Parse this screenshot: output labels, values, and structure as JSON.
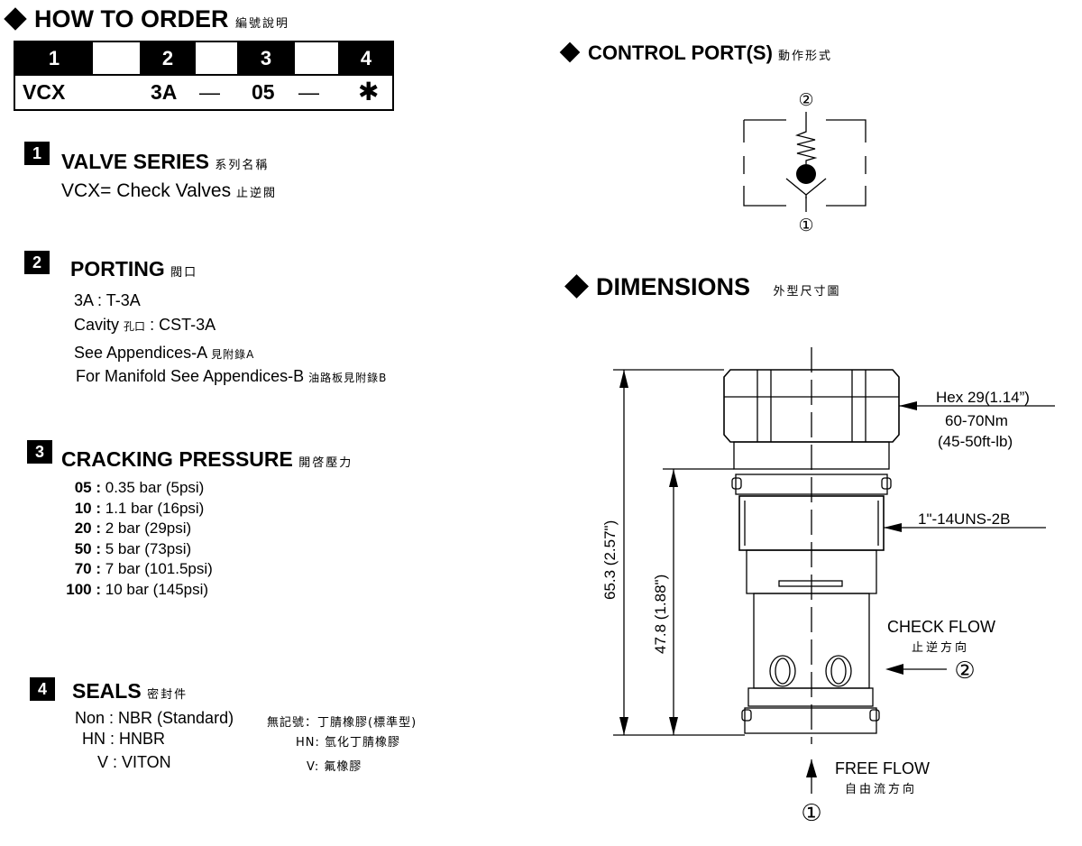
{
  "header": {
    "title": "HOW TO  ORDER",
    "title_cn": "編號說明"
  },
  "order_code": {
    "positions": [
      "1",
      "2",
      "3",
      "4"
    ],
    "series": "VCX",
    "porting": "3A",
    "pressure": "05",
    "seal": "✱",
    "dash": "—"
  },
  "sections": {
    "valve_series": {
      "num": "1",
      "title": "VALVE SERIES",
      "title_cn": "系列名稱",
      "text": "VCX= Check Valves",
      "text_cn": "止逆閥"
    },
    "porting": {
      "num": "2",
      "title": "PORTING",
      "title_cn": "閥口",
      "line1": "3A : T-3A",
      "line2_a": "Cavity",
      "line2_cn": "孔口",
      "line2_b": ": CST-3A",
      "line3": "See Appendices-A",
      "line3_cn": "見附錄A",
      "line4": "For Manifold See Appendices-B",
      "line4_cn": "油路板見附錄B"
    },
    "cracking": {
      "num": "3",
      "title": "CRACKING PRESSURE",
      "title_cn": "開啓壓力",
      "items": [
        {
          "code": "05 :",
          "value": "0.35 bar (5psi)"
        },
        {
          "code": "10 :",
          "value": "1.1 bar (16psi)"
        },
        {
          "code": "20 :",
          "value": " 2 bar (29psi)"
        },
        {
          "code": "50 :",
          "value": " 5 bar (73psi)"
        },
        {
          "code": "70 :",
          "value": " 7 bar (101.5psi)"
        },
        {
          "code": "100 :",
          "value": " 10 bar (145psi)"
        }
      ]
    },
    "seals": {
      "num": "4",
      "title": "SEALS",
      "title_cn": "密封件",
      "items": [
        {
          "code": "Non : NBR (Standard)",
          "cn": "無記號：丁腈橡膠(標準型)"
        },
        {
          "code": "HN : HNBR",
          "cn": "HN: 氫化丁腈橡膠"
        },
        {
          "code": "V : VITON",
          "cn": "V: 氟橡膠"
        }
      ]
    }
  },
  "control_port": {
    "title": "CONTROL PORT(S)",
    "title_cn": "動作形式",
    "port_top": "②",
    "port_bottom": "①"
  },
  "dimensions": {
    "title": "DIMENSIONS",
    "title_cn": "外型尺寸圖",
    "hex": "Hex 29(1.14”)",
    "torque1": "60-70Nm",
    "torque2": "(45-50ft-lb)",
    "thread": "1\"-14UNS-2B",
    "overall": "65.3 (2.57\")",
    "body": "47.8 (1.88\")",
    "check_flow": "CHECK FLOW",
    "check_flow_cn": "止逆方向",
    "free_flow": "FREE FLOW",
    "free_flow_cn": "自由流方向",
    "port_side": "②",
    "port_bottom": "①"
  }
}
